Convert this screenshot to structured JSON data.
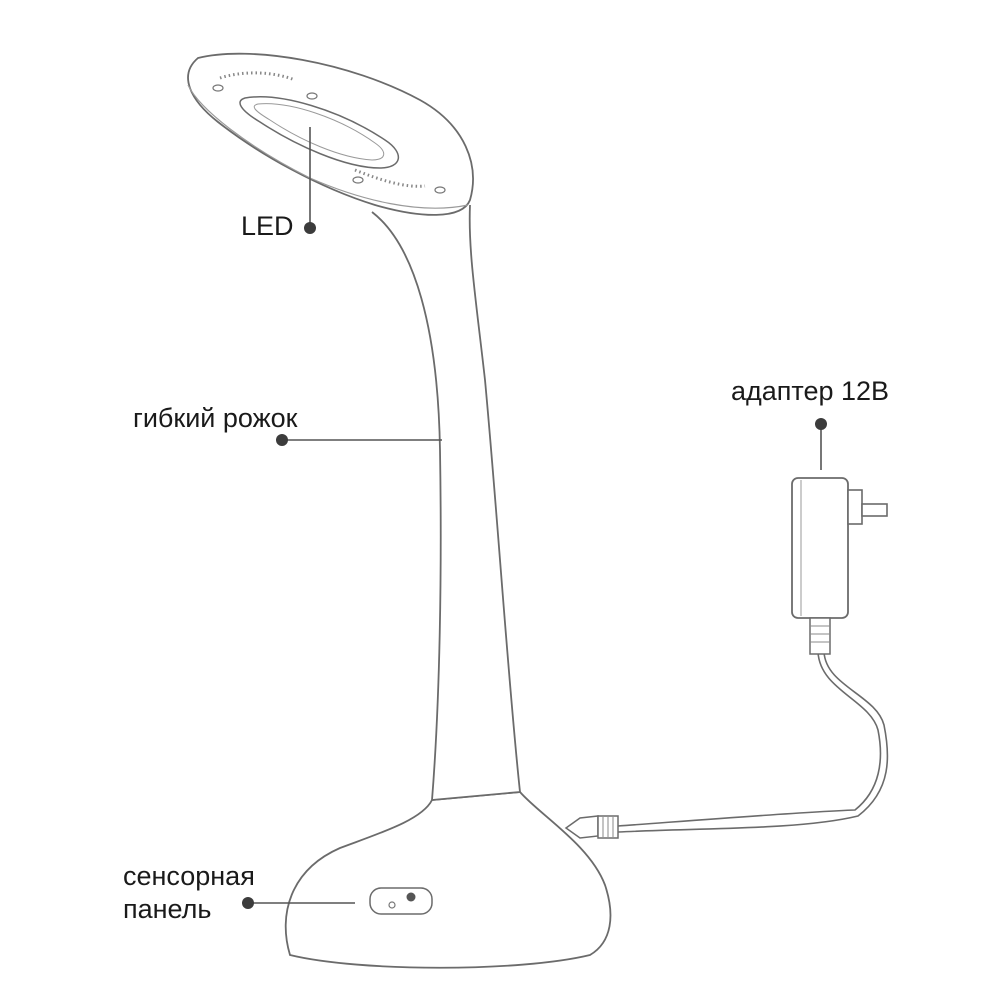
{
  "labels": {
    "led": "LED",
    "flexible_arm": "гибкий рожок",
    "adapter": "адаптер 12В",
    "sensor_panel_line1": "сенсорная",
    "sensor_panel_line2": "панель"
  },
  "colors": {
    "outline": "#6b6b6b",
    "leader": "#555555",
    "dot": "#3c3c3c",
    "text": "#1a1a1a"
  }
}
